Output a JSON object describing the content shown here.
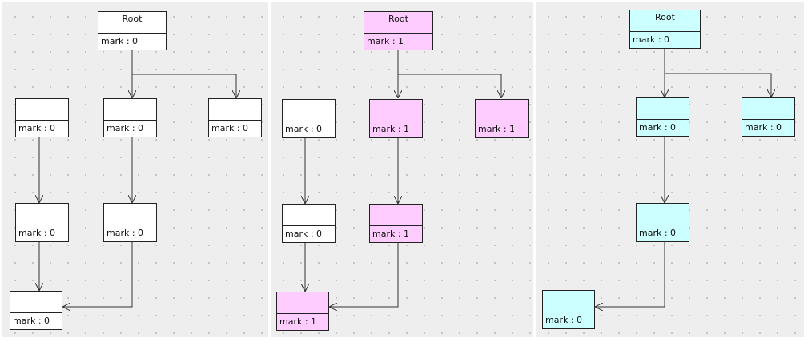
{
  "colors": {
    "white": "#ffffff",
    "pink": "#ffccff",
    "cyan": "#ccffff"
  },
  "diagrams": [
    {
      "nodes": {
        "root": {
          "title": "Root",
          "attr": "mark : 0"
        },
        "a1": {
          "title": "",
          "attr": "mark : 0"
        },
        "a2": {
          "title": "",
          "attr": "mark : 0"
        },
        "a3": {
          "title": "",
          "attr": "mark : 0"
        },
        "b1": {
          "title": "",
          "attr": "mark : 0"
        },
        "b2": {
          "title": "",
          "attr": "mark : 0"
        },
        "c1": {
          "title": "",
          "attr": "mark : 0"
        }
      }
    },
    {
      "nodes": {
        "root": {
          "title": "Root",
          "attr": "mark : 1"
        },
        "a1": {
          "title": "",
          "attr": "mark : 0"
        },
        "a2": {
          "title": "",
          "attr": "mark : 1"
        },
        "a3": {
          "title": "",
          "attr": "mark : 1"
        },
        "b1": {
          "title": "",
          "attr": "mark : 0"
        },
        "b2": {
          "title": "",
          "attr": "mark : 1"
        },
        "c1": {
          "title": "",
          "attr": "mark : 1"
        }
      }
    },
    {
      "nodes": {
        "root": {
          "title": "Root",
          "attr": "mark : 0"
        },
        "a2": {
          "title": "",
          "attr": "mark : 0"
        },
        "a3": {
          "title": "",
          "attr": "mark : 0"
        },
        "b2": {
          "title": "",
          "attr": "mark : 0"
        },
        "c1": {
          "title": "",
          "attr": "mark : 0"
        }
      }
    }
  ]
}
